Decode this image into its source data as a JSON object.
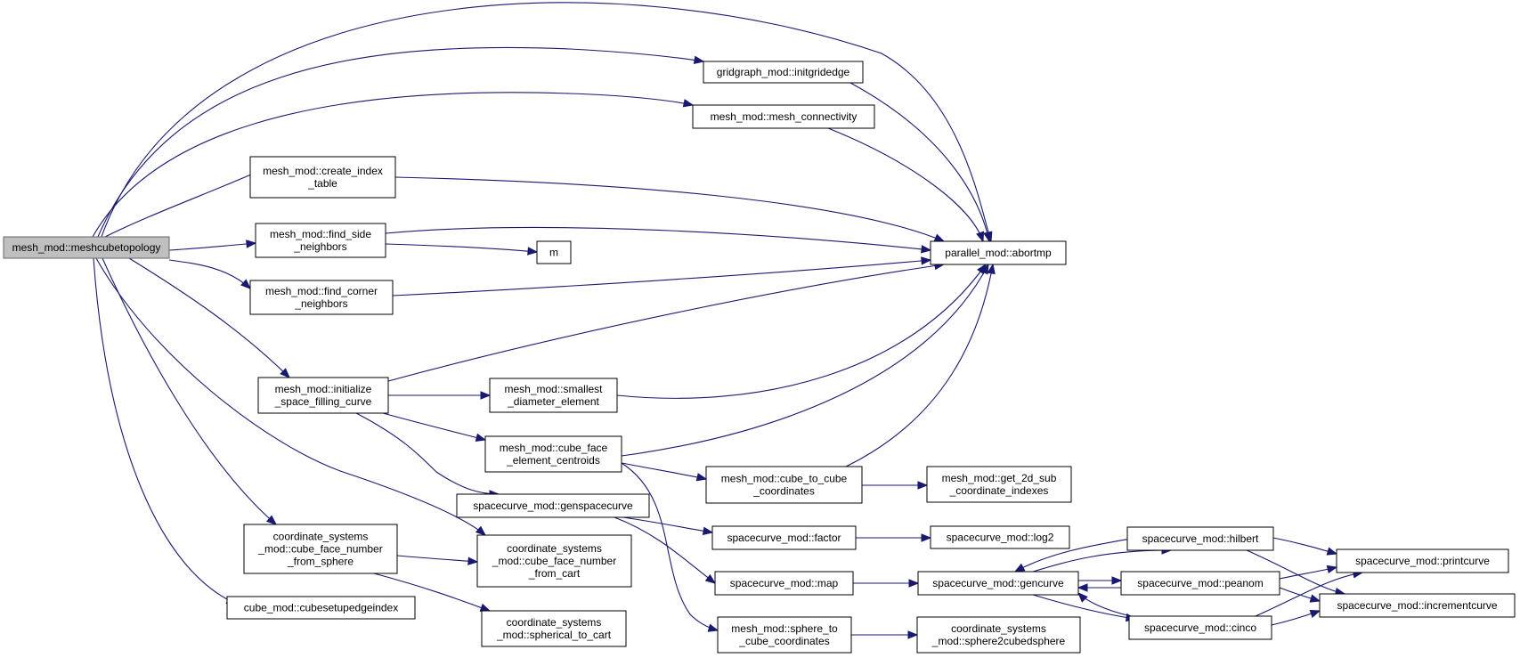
{
  "colors": {
    "edge": "#191970",
    "root_fill": "#bfbfbf",
    "node_stroke": "#000000"
  },
  "nodes": [
    {
      "id": "root",
      "lines": [
        "mesh_mod::meshcubetopology"
      ],
      "root": true
    },
    {
      "id": "initgrid",
      "lines": [
        "gridgraph_mod::initgridedge"
      ]
    },
    {
      "id": "meshconn",
      "lines": [
        "mesh_mod::mesh_connectivity"
      ]
    },
    {
      "id": "createidx",
      "lines": [
        "mesh_mod::create_index",
        "_table"
      ]
    },
    {
      "id": "findside",
      "lines": [
        "mesh_mod::find_side",
        "_neighbors"
      ]
    },
    {
      "id": "m",
      "lines": [
        "m"
      ]
    },
    {
      "id": "findcorner",
      "lines": [
        "mesh_mod::find_corner",
        "_neighbors"
      ]
    },
    {
      "id": "abortmp",
      "lines": [
        "parallel_mod::abortmp"
      ]
    },
    {
      "id": "initsfc",
      "lines": [
        "mesh_mod::initialize",
        "_space_filling_curve"
      ]
    },
    {
      "id": "smallest",
      "lines": [
        "mesh_mod::smallest",
        "_diameter_element"
      ]
    },
    {
      "id": "cubeface",
      "lines": [
        "mesh_mod::cube_face",
        "_element_centroids"
      ]
    },
    {
      "id": "cube2cube",
      "lines": [
        "mesh_mod::cube_to_cube",
        "_coordinates"
      ]
    },
    {
      "id": "get2d",
      "lines": [
        "mesh_mod::get_2d_sub",
        "_coordinate_indexes"
      ]
    },
    {
      "id": "genspace",
      "lines": [
        "spacecurve_mod::genspacecurve"
      ]
    },
    {
      "id": "factor",
      "lines": [
        "spacecurve_mod::factor"
      ]
    },
    {
      "id": "log2",
      "lines": [
        "spacecurve_mod::log2"
      ]
    },
    {
      "id": "cfnsphere",
      "lines": [
        "coordinate_systems",
        "_mod::cube_face_number",
        "_from_sphere"
      ]
    },
    {
      "id": "cfncart",
      "lines": [
        "coordinate_systems",
        "_mod::cube_face_number",
        "_from_cart"
      ]
    },
    {
      "id": "map",
      "lines": [
        "spacecurve_mod::map"
      ]
    },
    {
      "id": "gencurve",
      "lines": [
        "spacecurve_mod::gencurve"
      ]
    },
    {
      "id": "hilbert",
      "lines": [
        "spacecurve_mod::hilbert"
      ]
    },
    {
      "id": "peanom",
      "lines": [
        "spacecurve_mod::peanom"
      ]
    },
    {
      "id": "cinco",
      "lines": [
        "spacecurve_mod::cinco"
      ]
    },
    {
      "id": "printcurve",
      "lines": [
        "spacecurve_mod::printcurve"
      ]
    },
    {
      "id": "incrcurve",
      "lines": [
        "spacecurve_mod::incrementcurve"
      ]
    },
    {
      "id": "cubesetup",
      "lines": [
        "cube_mod::cubesetupedgeindex"
      ]
    },
    {
      "id": "sph2cart",
      "lines": [
        "coordinate_systems",
        "_mod::spherical_to_cart"
      ]
    },
    {
      "id": "sph2cube",
      "lines": [
        "mesh_mod::sphere_to",
        "_cube_coordinates"
      ]
    },
    {
      "id": "sph2cubed",
      "lines": [
        "coordinate_systems",
        "_mod::sphere2cubedsphere"
      ]
    }
  ],
  "edges": [
    [
      "root",
      "initgrid"
    ],
    [
      "root",
      "meshconn"
    ],
    [
      "root",
      "createidx"
    ],
    [
      "root",
      "findside"
    ],
    [
      "root",
      "findcorner"
    ],
    [
      "root",
      "abortmp"
    ],
    [
      "root",
      "initsfc"
    ],
    [
      "root",
      "cfnsphere"
    ],
    [
      "root",
      "cfncart"
    ],
    [
      "root",
      "cubesetup"
    ],
    [
      "initgrid",
      "abortmp"
    ],
    [
      "meshconn",
      "abortmp"
    ],
    [
      "createidx",
      "abortmp"
    ],
    [
      "findside",
      "abortmp"
    ],
    [
      "findside",
      "m"
    ],
    [
      "findcorner",
      "abortmp"
    ],
    [
      "initsfc",
      "abortmp"
    ],
    [
      "initsfc",
      "smallest"
    ],
    [
      "initsfc",
      "cubeface"
    ],
    [
      "initsfc",
      "genspace"
    ],
    [
      "smallest",
      "abortmp"
    ],
    [
      "cubeface",
      "abortmp"
    ],
    [
      "cubeface",
      "cube2cube"
    ],
    [
      "cubeface",
      "sph2cube"
    ],
    [
      "cube2cube",
      "abortmp"
    ],
    [
      "cube2cube",
      "get2d"
    ],
    [
      "genspace",
      "factor"
    ],
    [
      "genspace",
      "map"
    ],
    [
      "factor",
      "log2"
    ],
    [
      "map",
      "gencurve"
    ],
    [
      "gencurve",
      "hilbert"
    ],
    [
      "gencurve",
      "peanom"
    ],
    [
      "gencurve",
      "cinco"
    ],
    [
      "hilbert",
      "gencurve"
    ],
    [
      "hilbert",
      "printcurve"
    ],
    [
      "hilbert",
      "incrcurve"
    ],
    [
      "peanom",
      "gencurve"
    ],
    [
      "peanom",
      "printcurve"
    ],
    [
      "peanom",
      "incrcurve"
    ],
    [
      "cinco",
      "gencurve"
    ],
    [
      "cinco",
      "printcurve"
    ],
    [
      "cinco",
      "incrcurve"
    ],
    [
      "cfnsphere",
      "cfncart"
    ],
    [
      "cfnsphere",
      "sph2cart"
    ],
    [
      "sph2cube",
      "sph2cubed"
    ]
  ]
}
